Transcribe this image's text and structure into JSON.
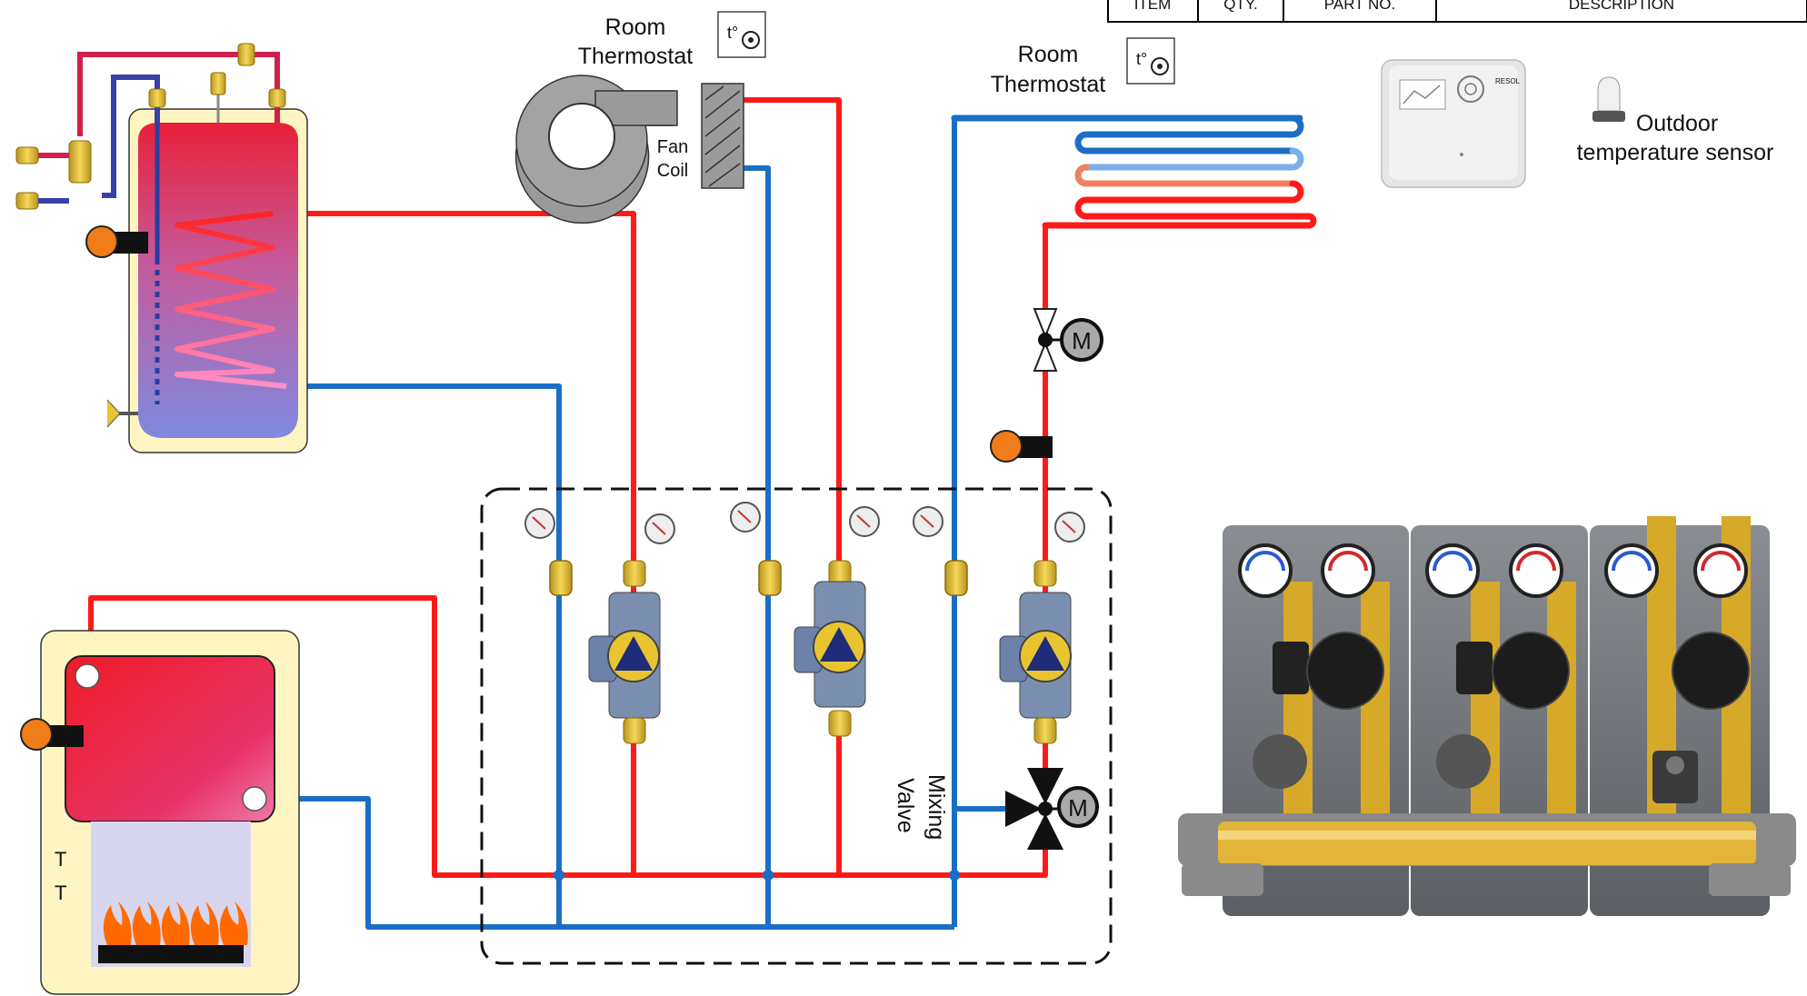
{
  "parts_table": {
    "headers": [
      "ITEM",
      "QTY.",
      "PART NO.",
      "DESCRIPTION"
    ]
  },
  "labels": {
    "room_thermostat_1": [
      "Room",
      "Thermostat"
    ],
    "room_thermostat_2": [
      "Room",
      "Thermostat"
    ],
    "fan_coil": [
      "Fan",
      "Coil"
    ],
    "mixing_valve": [
      "Mixing",
      "Valve"
    ],
    "outdoor_sensor": [
      "Outdoor",
      "temperature sensor"
    ],
    "boiler_mark": [
      "T",
      "T"
    ],
    "thermostat_symbol": "t°",
    "motor": "M",
    "controller_brand": "RESOL"
  },
  "colors": {
    "hot_pipe": "#ff1a1a",
    "cold_pipe": "#1a6fc4",
    "warm_mid": "#f08060",
    "cool_mid": "#7aaee8",
    "sensor_orange": "#f07d1a",
    "brass": "#e8c431",
    "tank_shell": "#fff5c2"
  },
  "icons": [
    "room-thermostat-icon",
    "fan-coil-icon",
    "floor-heating-loop-icon",
    "zone-valve-icon",
    "temperature-sensor-icon",
    "circulation-pump-icon",
    "thermometer-gauge-icon",
    "mixing-valve-icon",
    "burner-flame-icon",
    "hot-water-tank-icon",
    "boiler-icon",
    "controller-image",
    "outdoor-sensor-icon",
    "pump-manifold-photo"
  ]
}
